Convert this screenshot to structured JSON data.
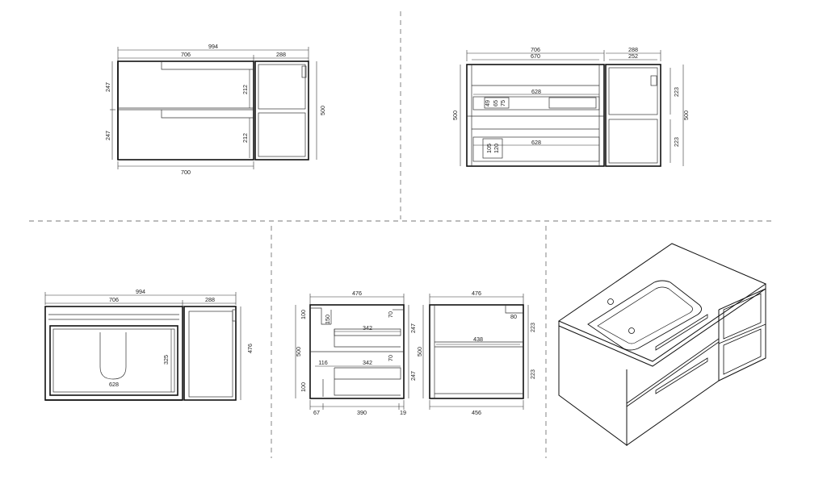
{
  "drawing": {
    "front_view": {
      "total_width": "994",
      "drawer_section": "706",
      "shelf_section": "288",
      "height": "500",
      "upper_drawer": "247",
      "lower_drawer": "247",
      "upper_front": "212",
      "lower_front": "212",
      "base_width": "700"
    },
    "drawer_front_view": {
      "outer_width": "706",
      "inner_width": "670",
      "shelf_outer": "288",
      "shelf_inner": "252",
      "upper_tray": "628",
      "lower_tray": "628",
      "slot_49": "49",
      "slot_65": "65",
      "slot_75": "75",
      "slot_105": "105",
      "slot_120": "120",
      "height_left": "500",
      "height_right": "500",
      "shelf_upper": "223",
      "shelf_lower": "223"
    },
    "top_view": {
      "total_width": "994",
      "drawer_section": "706",
      "shelf_section": "288",
      "basin_width": "628",
      "basin_depth": "325",
      "depth": "476"
    },
    "side_section": {
      "depth": "476",
      "height": "500",
      "top_rail": "100",
      "top_gap": "70",
      "drawer_side": "150",
      "upper_drawer_depth": "342",
      "lower_drawer_depth": "342",
      "mid_gap": "70",
      "front_offset": "116",
      "bottom_rail": "100",
      "upper_height": "247",
      "lower_height": "247",
      "bottom_front": "67",
      "bottom_middle": "390",
      "bottom_back": "19"
    },
    "shelf_side": {
      "depth": "476",
      "height": "500",
      "notch": "80",
      "shelf_depth": "438",
      "upper_height": "223",
      "lower_height": "223",
      "base_depth": "456"
    }
  }
}
